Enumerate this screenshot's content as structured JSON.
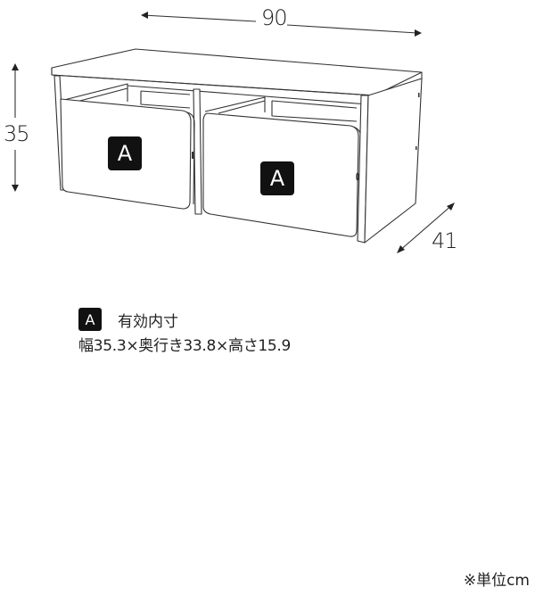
{
  "dimensions": {
    "width": "90",
    "height": "35",
    "depth": "41"
  },
  "drawers": [
    {
      "label": "A"
    },
    {
      "label": "A"
    }
  ],
  "legend": {
    "badge": "A",
    "title": "有効内寸",
    "detail": "幅35.3×奥行き33.8×高さ15.9"
  },
  "unit_note": "※単位cm",
  "colors": {
    "line": "#333333",
    "badge_bg": "#111111",
    "badge_text": "#ffffff",
    "background": "#ffffff"
  }
}
